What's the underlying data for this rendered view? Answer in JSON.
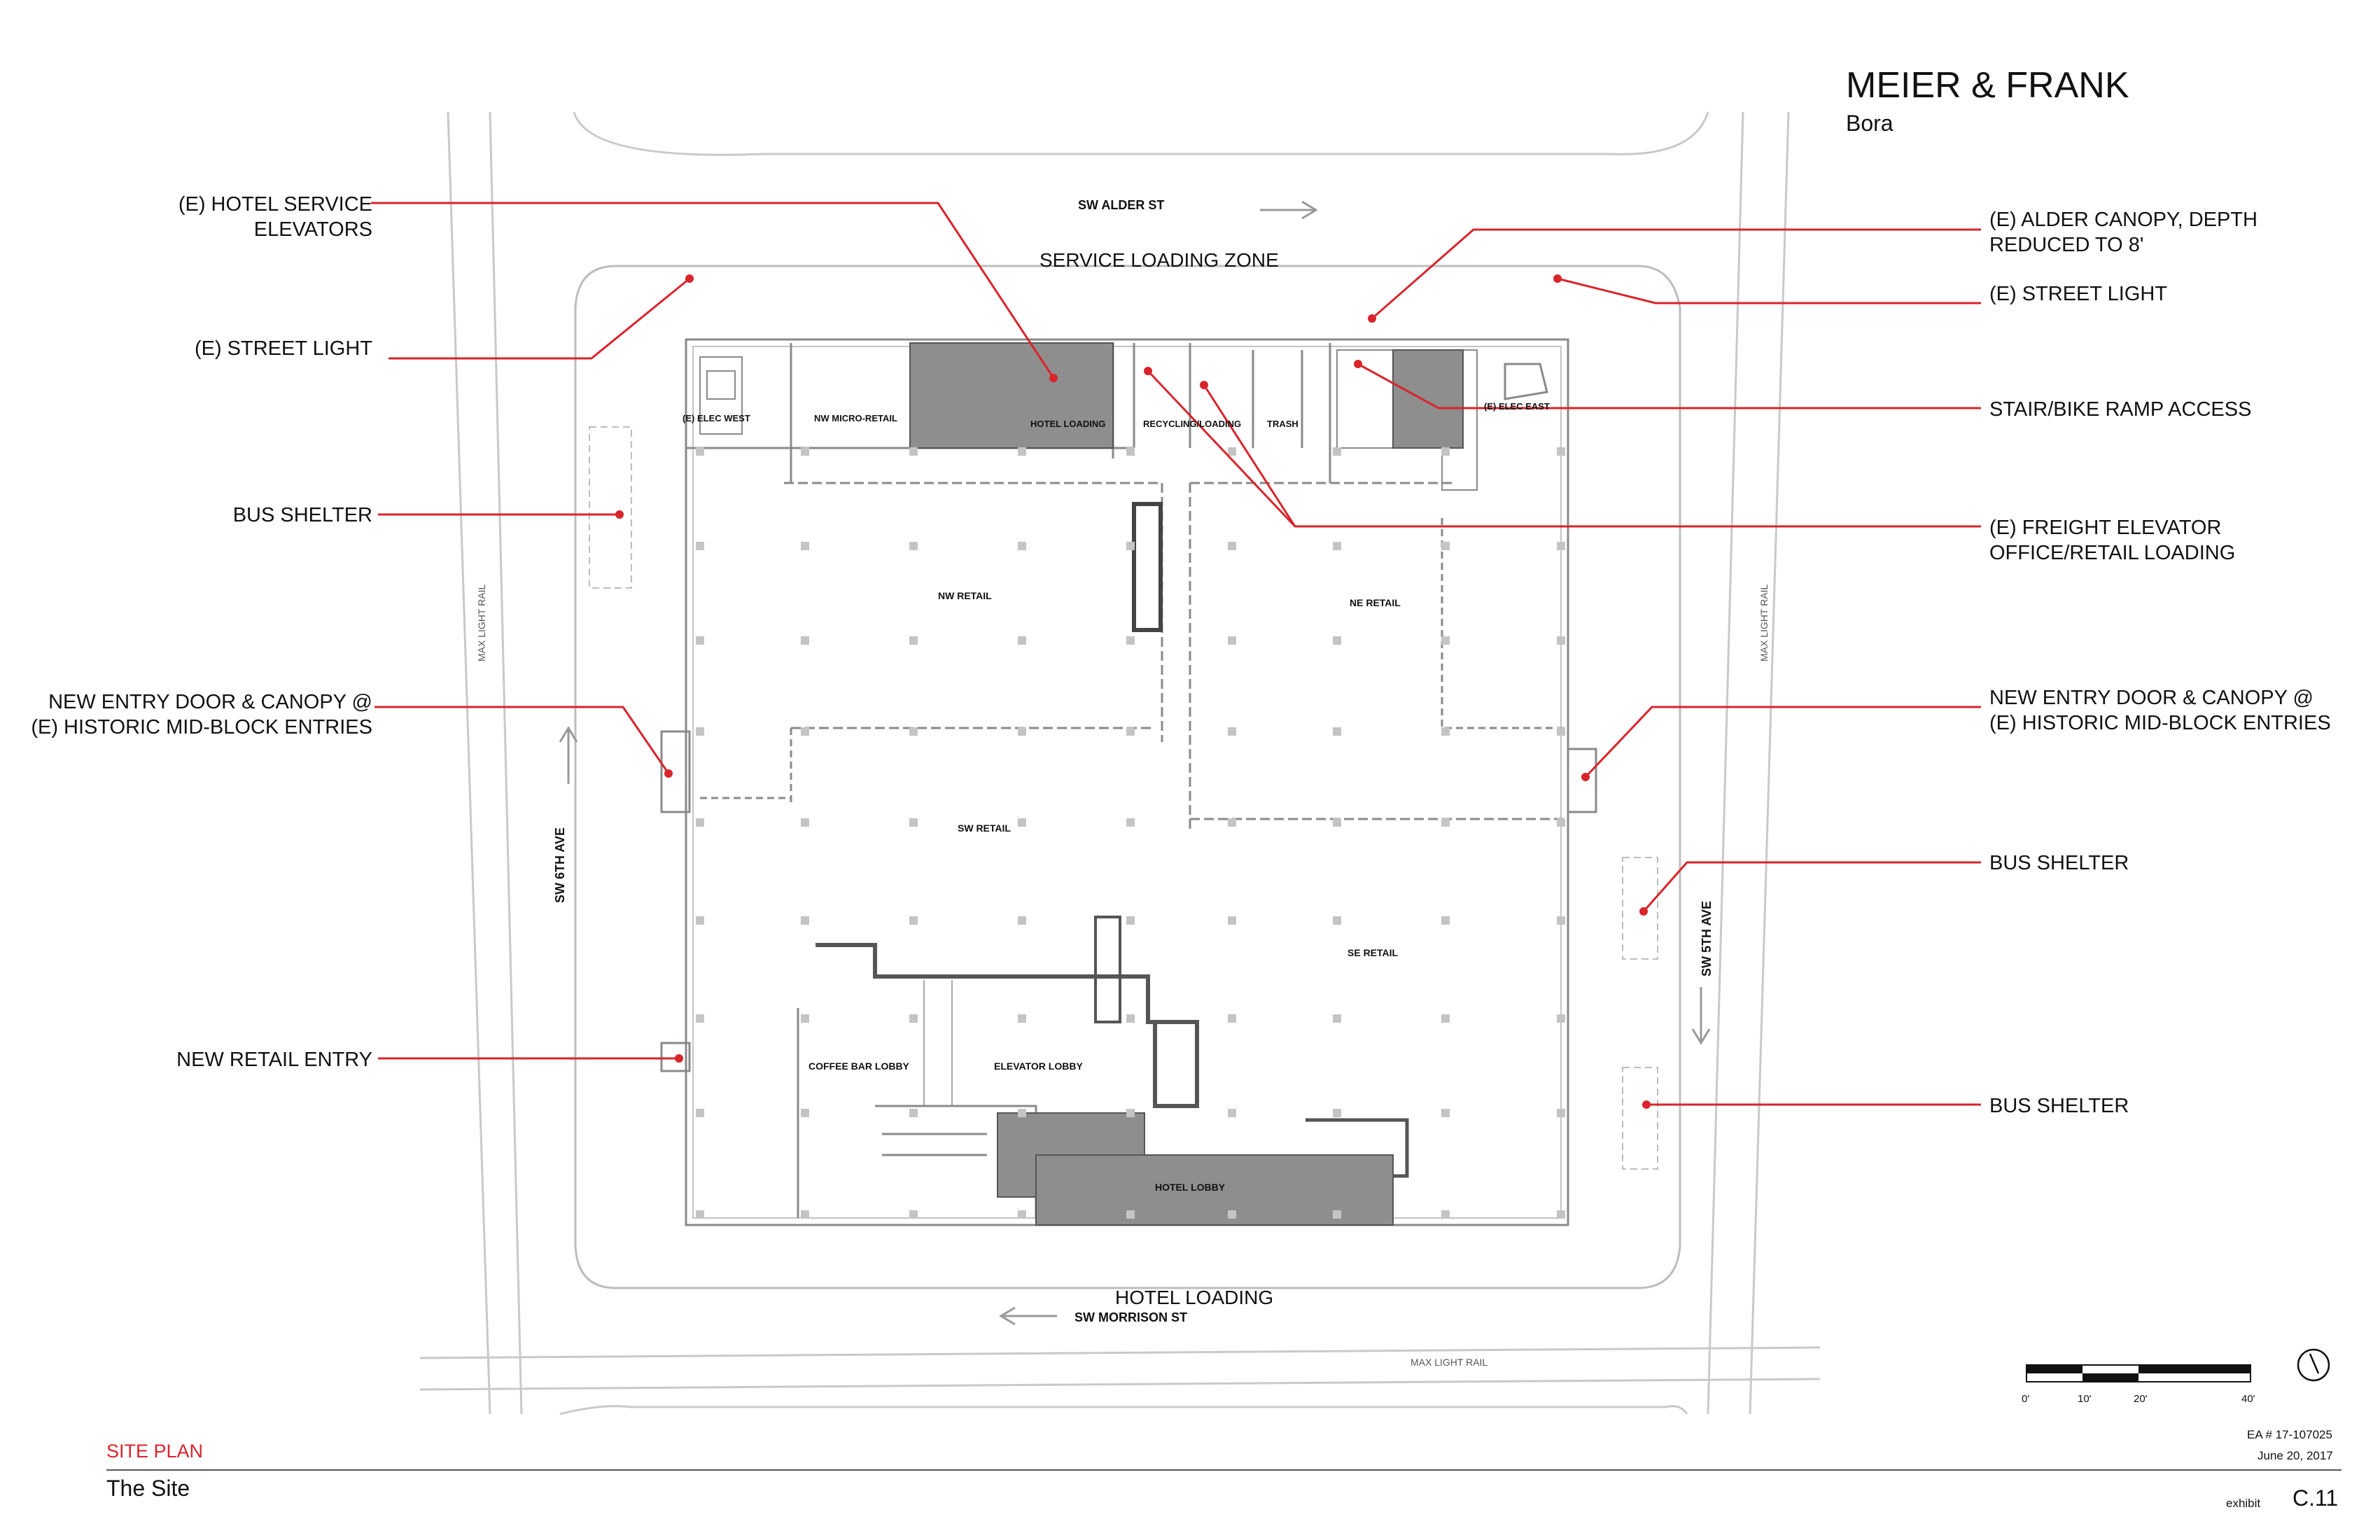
{
  "header": {
    "title": "MEIER & FRANK",
    "subtitle": "Bora"
  },
  "streets": {
    "north": "SW ALDER ST",
    "south": "SW MORRISON ST",
    "west": "SW 6TH AVE",
    "east": "SW 5TH AVE",
    "rail_west": "MAX LIGHT RAIL",
    "rail_east": "MAX LIGHT RAIL",
    "rail_south": "MAX LIGHT RAIL"
  },
  "zones": {
    "service_loading": "SERVICE LOADING ZONE",
    "hotel_loading_street": "HOTEL LOADING"
  },
  "rooms": {
    "elec_west": "(E) ELEC WEST",
    "nw_micro_retail": "NW MICRO-RETAIL",
    "hotel_loading": "HOTEL LOADING",
    "recycling_loading": "RECYCLING/LOADING",
    "trash": "TRASH",
    "elec_east": "(E) ELEC EAST",
    "nw_retail": "NW RETAIL",
    "ne_retail": "NE RETAIL",
    "sw_retail": "SW RETAIL",
    "se_retail": "SE RETAIL",
    "coffee_bar_lobby": "COFFEE BAR LOBBY",
    "elevator_lobby": "ELEVATOR LOBBY",
    "hotel_lobby": "HOTEL LOBBY"
  },
  "callouts": {
    "hotel_service_elevators": [
      "(E) HOTEL SERVICE",
      "ELEVATORS"
    ],
    "street_light_west": [
      "(E) STREET LIGHT"
    ],
    "bus_shelter_west": [
      "BUS SHELTER"
    ],
    "new_entry_west": [
      "NEW ENTRY DOOR & CANOPY @",
      "(E) HISTORIC MID-BLOCK ENTRIES"
    ],
    "new_retail_entry": [
      "NEW RETAIL ENTRY"
    ],
    "alder_canopy": [
      "(E) ALDER CANOPY, DEPTH",
      "REDUCED TO 8'"
    ],
    "street_light_east": [
      "(E) STREET LIGHT"
    ],
    "stair_bike_ramp": [
      "STAIR/BIKE RAMP ACCESS"
    ],
    "freight_elevator": [
      "(E) FREIGHT ELEVATOR",
      "OFFICE/RETAIL LOADING"
    ],
    "new_entry_east": [
      "NEW ENTRY DOOR & CANOPY @",
      "(E) HISTORIC MID-BLOCK ENTRIES"
    ],
    "bus_shelter_east_1": [
      "BUS SHELTER"
    ],
    "bus_shelter_east_2": [
      "BUS SHELTER"
    ]
  },
  "scale_bar": {
    "ticks": [
      "0'",
      "10'",
      "20'",
      "40'"
    ]
  },
  "footer": {
    "sheet_label": "SITE PLAN",
    "sheet_name": "The Site",
    "ea_number": "EA # 17-107025",
    "date": "June 20, 2017",
    "exhibit_label": "exhibit",
    "exhibit_number": "C.11"
  },
  "colors": {
    "callout_red": "#d9242b",
    "dark_fill": "#8e8e8e",
    "linework": "#9a9a9a"
  }
}
